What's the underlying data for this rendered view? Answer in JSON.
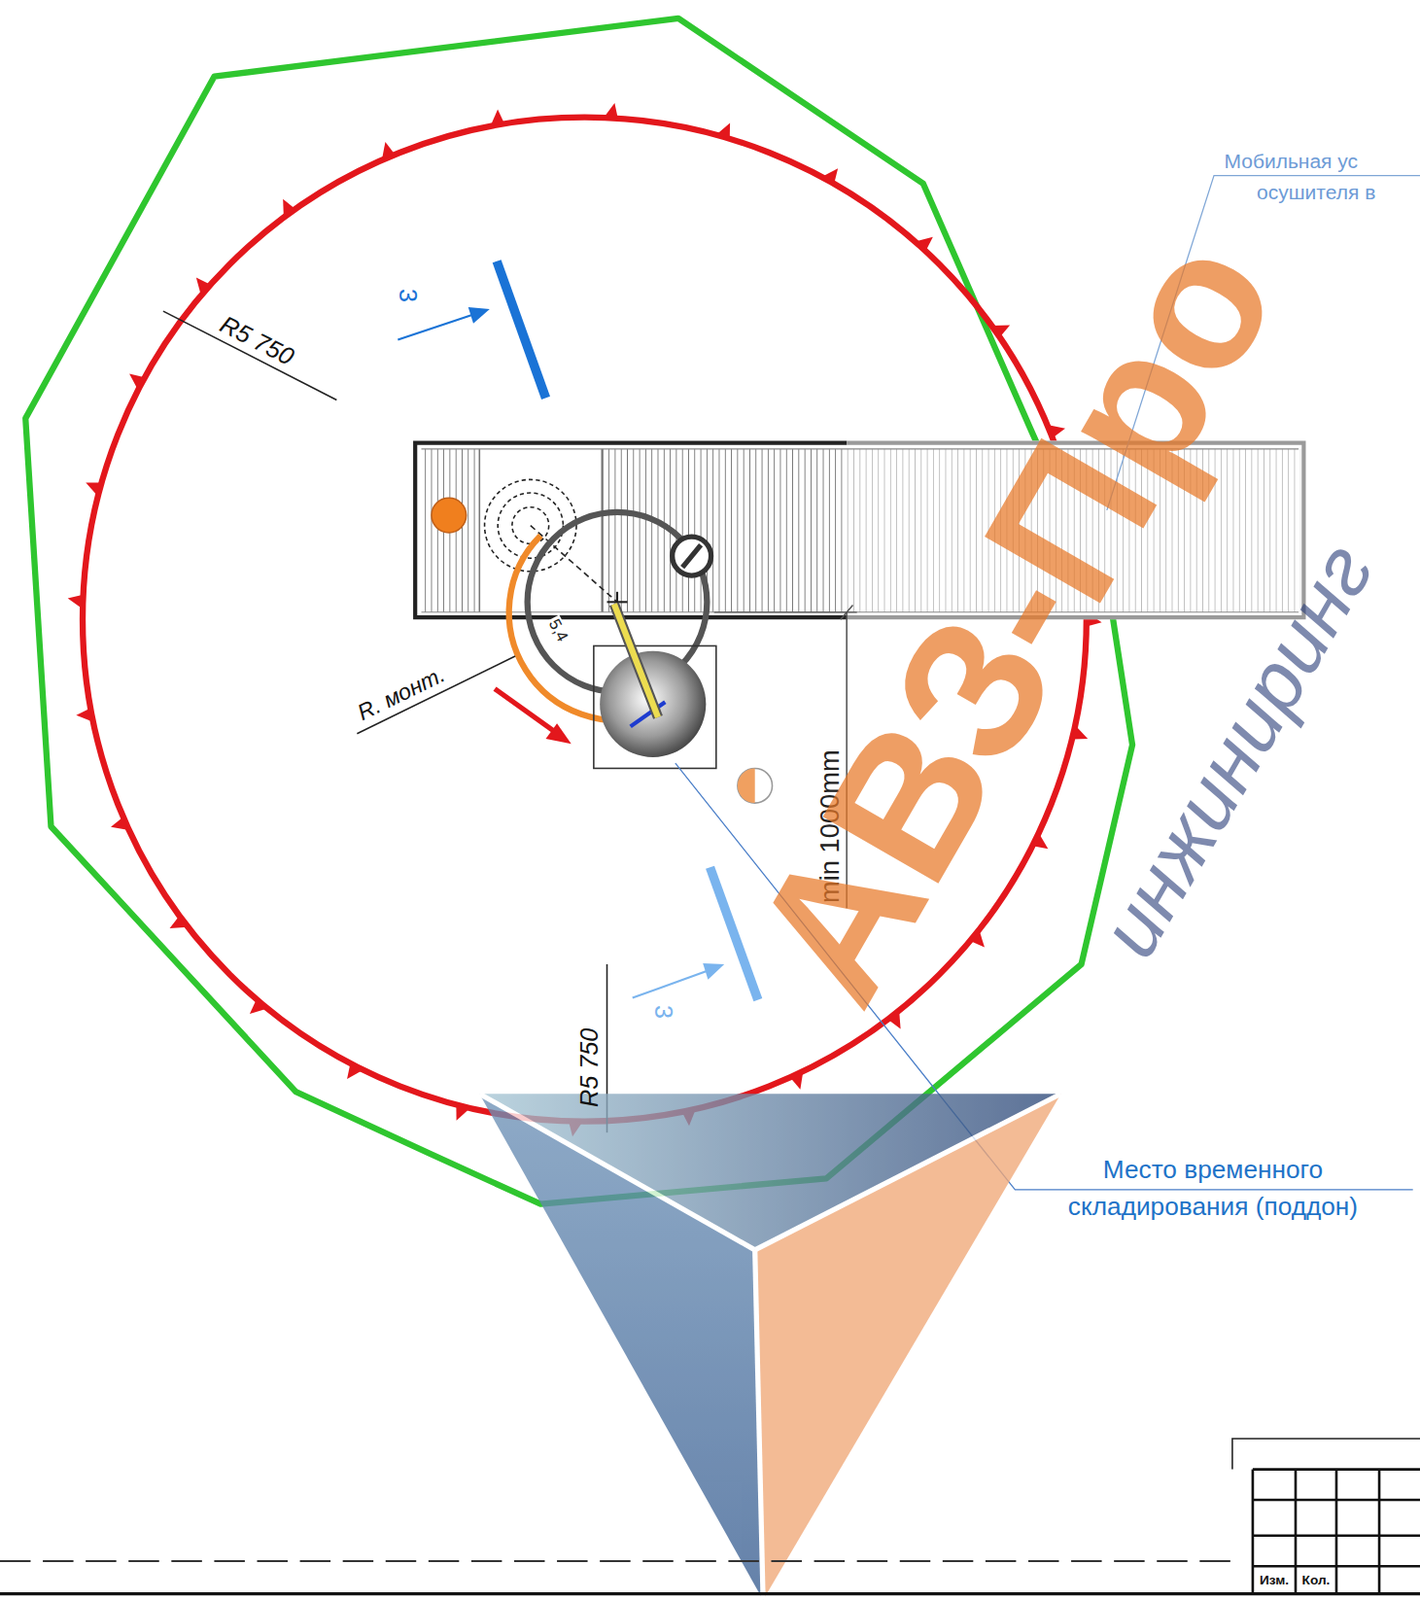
{
  "diagram": {
    "labels": [
      "Мобильная ус",
      "осушителя в",
      "R5 750",
      "3",
      "R. монт.",
      "5,4",
      "min 1000mm",
      "3",
      "R5 750",
      "Место временного складирования (поддон)",
      "АВЗ-Про",
      "инжиниринг",
      "Изм.",
      "Кол."
    ]
  }
}
